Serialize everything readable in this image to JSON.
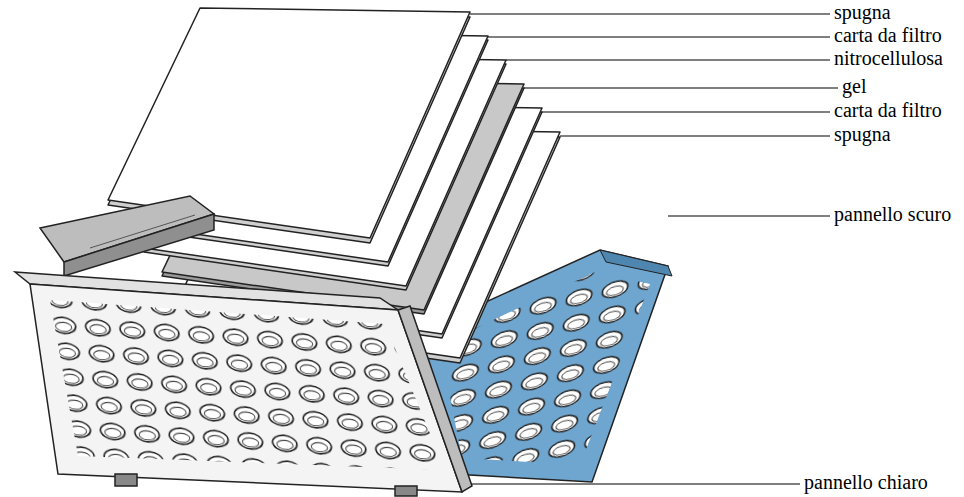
{
  "diagram": {
    "labels": [
      "spugna",
      "carta da filtro",
      "nitrocellulosa",
      "gel",
      "carta da filtro",
      "spugna",
      "pannello scuro",
      "pannello chiaro"
    ]
  }
}
